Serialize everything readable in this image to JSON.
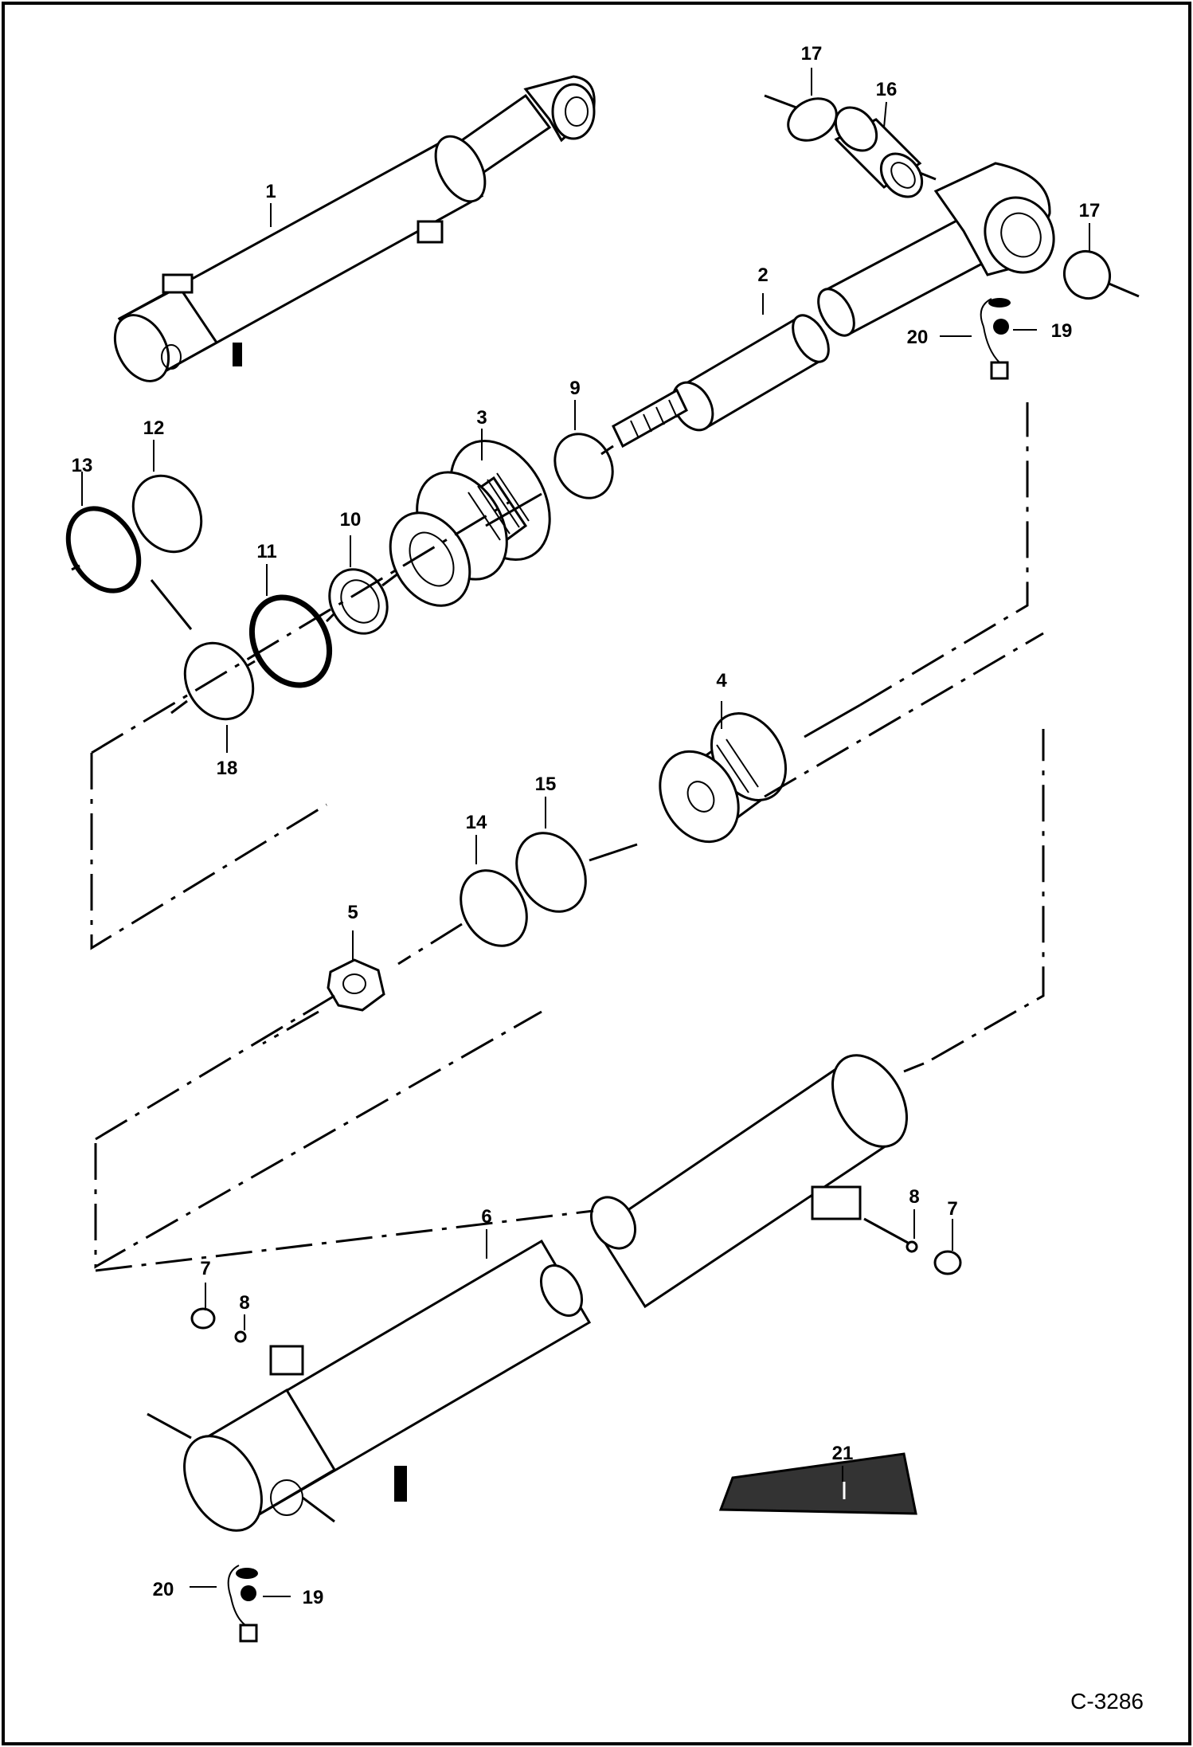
{
  "drawing_code": "C-3286",
  "callouts": [
    {
      "id": "c1",
      "text": "1"
    },
    {
      "id": "c2",
      "text": "2"
    },
    {
      "id": "c3",
      "text": "3"
    },
    {
      "id": "c4",
      "text": "4"
    },
    {
      "id": "c5",
      "text": "5"
    },
    {
      "id": "c6",
      "text": "6"
    },
    {
      "id": "c7a",
      "text": "7"
    },
    {
      "id": "c7b",
      "text": "7"
    },
    {
      "id": "c8a",
      "text": "8"
    },
    {
      "id": "c8b",
      "text": "8"
    },
    {
      "id": "c9",
      "text": "9"
    },
    {
      "id": "c10",
      "text": "10"
    },
    {
      "id": "c11",
      "text": "11"
    },
    {
      "id": "c12",
      "text": "12"
    },
    {
      "id": "c13",
      "text": "13"
    },
    {
      "id": "c14",
      "text": "14"
    },
    {
      "id": "c15",
      "text": "15"
    },
    {
      "id": "c16",
      "text": "16"
    },
    {
      "id": "c17a",
      "text": "17"
    },
    {
      "id": "c17b",
      "text": "17"
    },
    {
      "id": "c18",
      "text": "18"
    },
    {
      "id": "c19a",
      "text": "19"
    },
    {
      "id": "c19b",
      "text": "19"
    },
    {
      "id": "c20a",
      "text": "20"
    },
    {
      "id": "c20b",
      "text": "20"
    },
    {
      "id": "c21",
      "text": "21"
    }
  ]
}
